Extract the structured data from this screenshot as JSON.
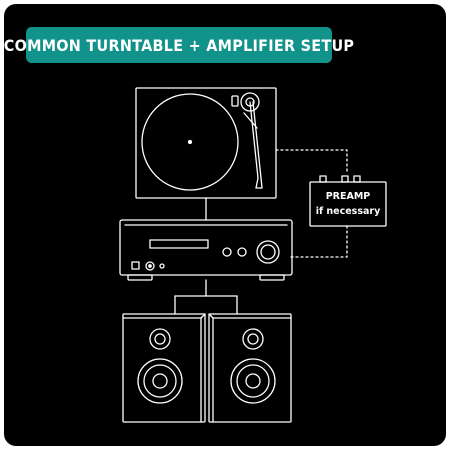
{
  "title": "COMMON TURNTABLE + AMPLIFIER SETUP",
  "preamp": {
    "line1": "PREAMP",
    "line2": "if necessary"
  },
  "colors": {
    "background": "#000000",
    "badge": "#11928b",
    "line": "#ffffff"
  },
  "icons": [
    "turntable-icon",
    "preamp-icon",
    "amplifier-icon",
    "speaker-left-icon",
    "speaker-right-icon"
  ]
}
